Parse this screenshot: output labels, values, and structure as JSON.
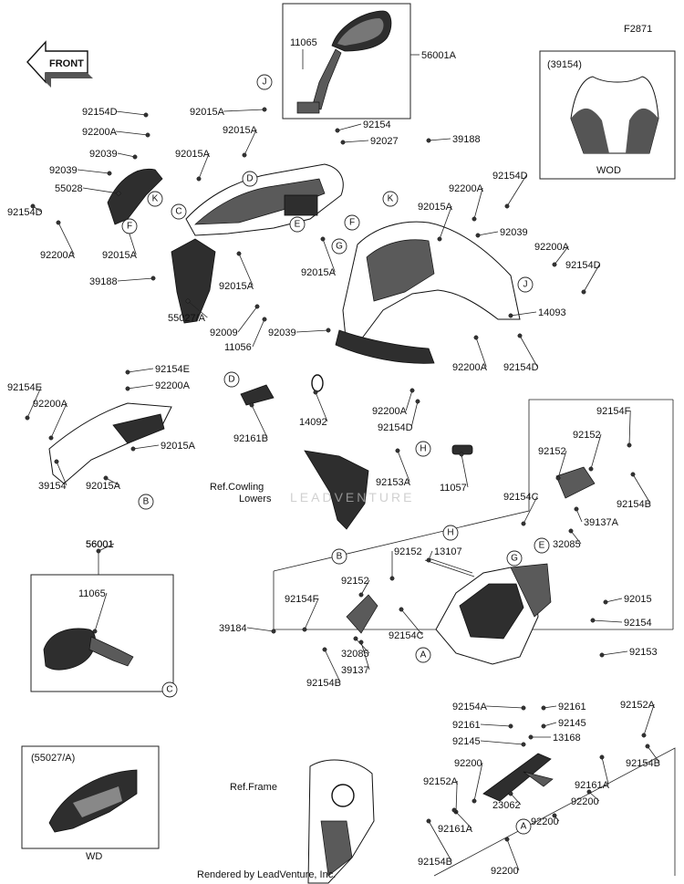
{
  "diagram_code": "F2871",
  "front_label": "FRONT",
  "footer": "Rendered by LeadVenture, Inc.",
  "watermark": "LEADVENTURE",
  "insets": {
    "windshield": {
      "ref": "(39154)",
      "caption": "WOD"
    },
    "cowl_side": {
      "ref": "(55027/A)",
      "caption": "WD"
    },
    "mirror_assy": {
      "ref": "56001"
    }
  },
  "refs": {
    "cowling_lowers_line1": "Ref.Cowling",
    "cowling_lowers_line2": "Lowers",
    "frame": "Ref.Frame"
  },
  "callouts": [
    "A",
    "B",
    "C",
    "D",
    "E",
    "F",
    "G",
    "H",
    "J",
    "K"
  ],
  "part_labels": {
    "p11065_top": "11065",
    "p56001A": "56001A",
    "p92154D_a": "92154D",
    "p92200A_a": "92200A",
    "p92039_a": "92039",
    "p92039_b": "92039",
    "p55028": "55028",
    "p92154D_b": "92154D",
    "p92200A_b": "92200A",
    "p92015A_k": "92015A",
    "p39188_a": "39188",
    "p55027A": "55027/A",
    "p92015A_a": "92015A",
    "p92015A_b": "92015A",
    "p92015A_c": "92015A",
    "p92154_top": "92154",
    "p92027": "92027",
    "p39188_b": "39188",
    "p92015A_d": "92015A",
    "p92154D_c": "92154D",
    "p92200A_c": "92200A",
    "p92039_c": "92039",
    "p92200A_d": "92200A",
    "p92154D_d": "92154D",
    "p92015A_e": "92015A",
    "p92015A_f": "92015A",
    "p92009": "92009",
    "p11056": "11056",
    "p92039_d": "92039",
    "p14093": "14093",
    "p92200A_e": "92200A",
    "p92154D_e": "92154D",
    "p92154E_a": "92154E",
    "p92200A_f": "92200A",
    "p92154E_b": "92154E",
    "p92200A_g": "92200A",
    "p92015A_g": "92015A",
    "p39154": "39154",
    "p92015A_h": "92015A",
    "p92161B": "92161B",
    "p14092": "14092",
    "p92200A_h": "92200A",
    "p92154D_f": "92154D",
    "p92153A": "92153A",
    "p11057": "11057",
    "p92154F_a": "92154F",
    "p92152_a": "92152",
    "p92152_b": "92152",
    "p92154C_a": "92154C",
    "p92154B_a": "92154B",
    "p39137A": "39137A",
    "p32085_a": "32085",
    "p56001": "56001",
    "p11065_b": "11065",
    "p92152_c": "92152",
    "p13107": "13107",
    "p92152_d": "92152",
    "p92154F_b": "92154F",
    "p39184": "39184",
    "p92154C_b": "92154C",
    "p32085_b": "32085",
    "p39137": "39137",
    "p92154B_b": "92154B",
    "p92015": "92015",
    "p92154_mid": "92154",
    "p92153": "92153",
    "p92154A": "92154A",
    "p92161_a": "92161",
    "p92145_a": "92145",
    "p92161_b": "92161",
    "p92145_b": "92145",
    "p13168": "13168",
    "p92152A_a": "92152A",
    "p92154B_c": "92154B",
    "p92200_a": "92200",
    "p92161A_a": "92161A",
    "p92152A_b": "92152A",
    "p23062": "23062",
    "p92200_b": "92200",
    "p92200_c": "92200",
    "p92161A_b": "92161A",
    "p92154B_d": "92154B",
    "p92200_d": "92200"
  }
}
